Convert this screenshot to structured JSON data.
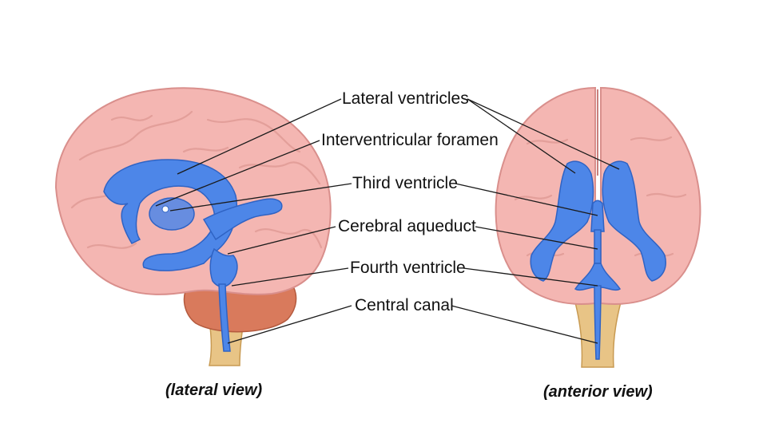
{
  "diagram": {
    "labels": [
      "Lateral ventricles",
      "Interventricular foramen",
      "Third ventricle",
      "Cerebral aqueduct",
      "Fourth ventricle",
      "Central canal"
    ],
    "captions": {
      "lateral": "(lateral view)",
      "anterior": "(anterior view)"
    },
    "colors": {
      "ventricle": "#4d86e8",
      "brain": "#f4b6b2",
      "brainstem": "#e8c486",
      "cerebellum": "#d97a5c"
    }
  }
}
